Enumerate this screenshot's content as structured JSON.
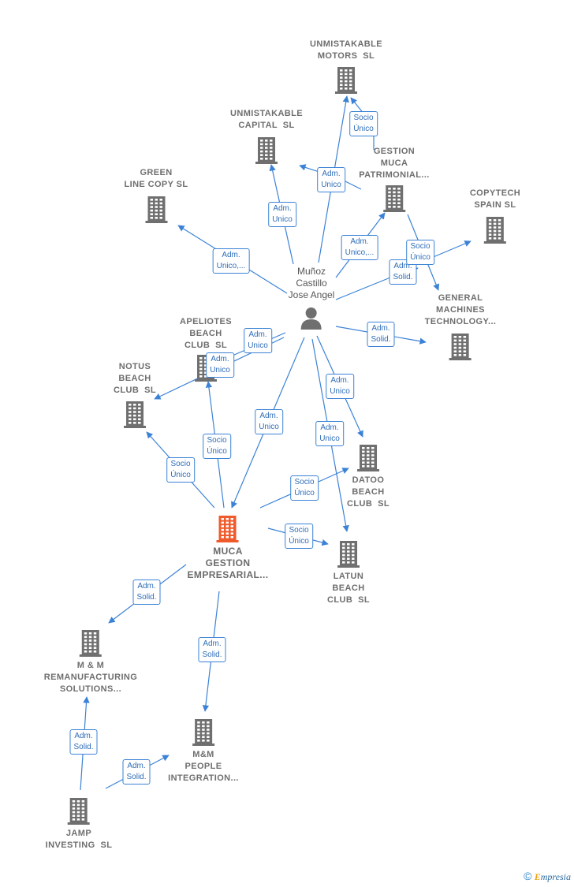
{
  "colors": {
    "edge": "#3b82d6",
    "building": "#6f6f6f",
    "building_main": "#f05a2b",
    "person": "#6f6f6f"
  },
  "nodes": {
    "unmistakable_motors": {
      "label": "UNMISTAKABLE\nMOTORS  SL"
    },
    "unmistakable_capital": {
      "label": "UNMISTAKABLE\nCAPITAL  SL"
    },
    "gestion_muca": {
      "label": "GESTION\nMUCA\nPATRIMONIAL..."
    },
    "green_line": {
      "label": "GREEN\nLINE COPY SL"
    },
    "copytech": {
      "label": "COPYTECH\nSPAIN SL"
    },
    "person": {
      "label": "Muñoz\nCastillo\nJose Angel"
    },
    "general_machines": {
      "label": "GENERAL\nMACHINES\nTECHNOLOGY..."
    },
    "apeliotes": {
      "label": "APELIOTES\nBEACH\nCLUB  SL"
    },
    "notus": {
      "label": "NOTUS\nBEACH\nCLUB  SL"
    },
    "datoo": {
      "label": "DATOO\nBEACH\nCLUB  SL"
    },
    "muca_gestion": {
      "label": "MUCA\nGESTION\nEMPRESARIAL..."
    },
    "latun": {
      "label": "LATUN\nBEACH\nCLUB  SL"
    },
    "mm_reman": {
      "label": "M & M\nREMANUFACTURING\nSOLUTIONS..."
    },
    "mm_people": {
      "label": "M&M\nPEOPLE\nINTEGRATION..."
    },
    "jamp": {
      "label": "JAMP\nINVESTING  SL"
    }
  },
  "edge_labels": {
    "socio_unico_motors": "Socio\nÚnico",
    "adm_unico_motors": "Adm.\nUnico",
    "adm_unico_capital": "Adm.\nUnico",
    "adm_unico_green": "Adm.\nUnico,...",
    "adm_unico_gestion": "Adm.\nUnico,...",
    "socio_unico_copytech": "Socio\nÚnico",
    "adm_solid_general": "Adm.\nSolid.",
    "adm_solid_general2": "Adm.\nSolid.",
    "adm_unico_apeliotes": "Adm.\nUnico",
    "adm_unico_notus": "Adm.\nUnico",
    "adm_unico_muca": "Adm.\nUnico",
    "adm_unico_datoo": "Adm.\nUnico",
    "adm_unico_latun": "Adm.\nUnico",
    "socio_unico_apeliotes": "Socio\nÚnico",
    "socio_unico_notus": "Socio\nÚnico",
    "socio_unico_datoo": "Socio\nÚnico",
    "socio_unico_latun": "Socio\nÚnico",
    "adm_solid_reman": "Adm.\nSolid.",
    "adm_solid_people": "Adm.\nSolid.",
    "adm_solid_jamp_reman": "Adm.\nSolid.",
    "adm_solid_jamp_people": "Adm.\nSolid."
  },
  "footer": {
    "copyright": "©",
    "brand_first": "E",
    "brand_rest": "mpresia"
  }
}
